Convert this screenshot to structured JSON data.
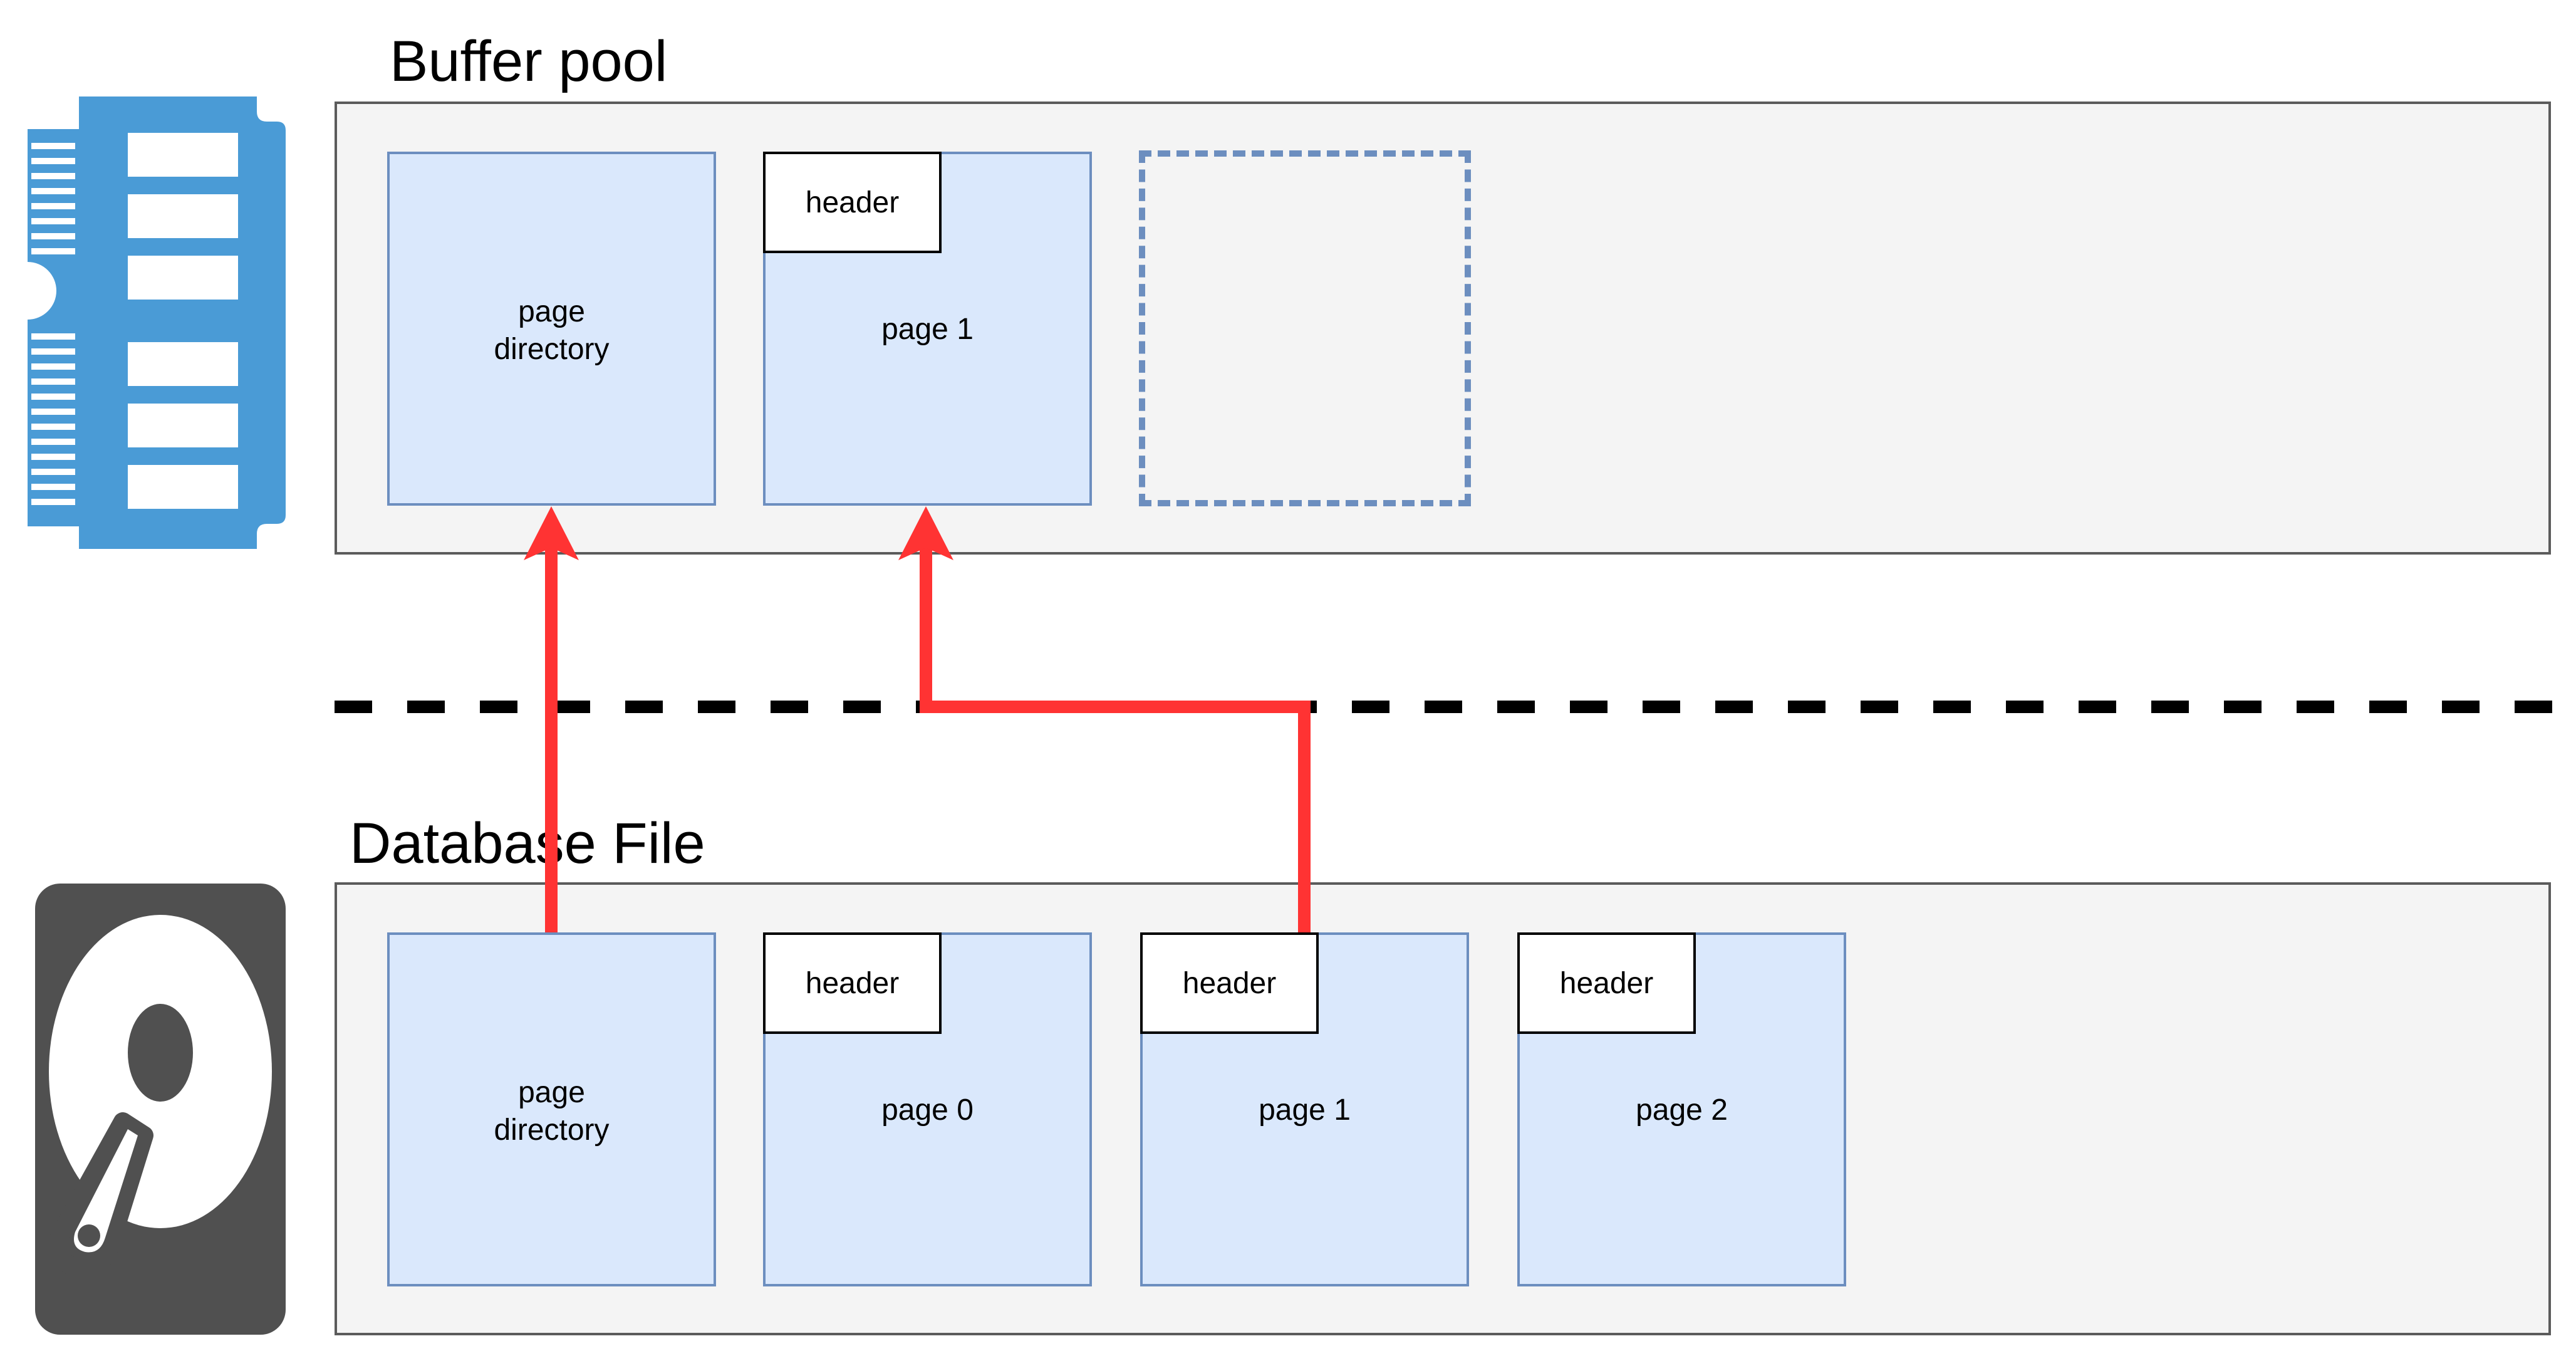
{
  "colors": {
    "container_fill": "#f4f4f4",
    "container_border": "#5b5b5b",
    "page_fill": "#dae8fc",
    "page_border": "#6c8ebf",
    "arrow": "#ff3333",
    "separator": "#000000",
    "ram_icon": "#4a9bd6",
    "disk_icon": "#505050"
  },
  "buffer_pool": {
    "title": "Buffer pool",
    "icon": "memory-icon",
    "pages": [
      {
        "label": "page\ndirectory"
      },
      {
        "header": "header",
        "label": "page 1"
      }
    ],
    "empty_slot": "dashed-placeholder"
  },
  "database_file": {
    "title": "Database File",
    "icon": "hard-disk-icon",
    "pages": [
      {
        "label": "page\ndirectory"
      },
      {
        "header": "header",
        "label": "page 0"
      },
      {
        "header": "header",
        "label": "page 1"
      },
      {
        "header": "header",
        "label": "page 2"
      }
    ]
  },
  "flows": [
    {
      "from": "database_file.page directory",
      "to": "buffer_pool.page directory"
    },
    {
      "from": "database_file.page 1",
      "to": "buffer_pool.page 1"
    }
  ]
}
